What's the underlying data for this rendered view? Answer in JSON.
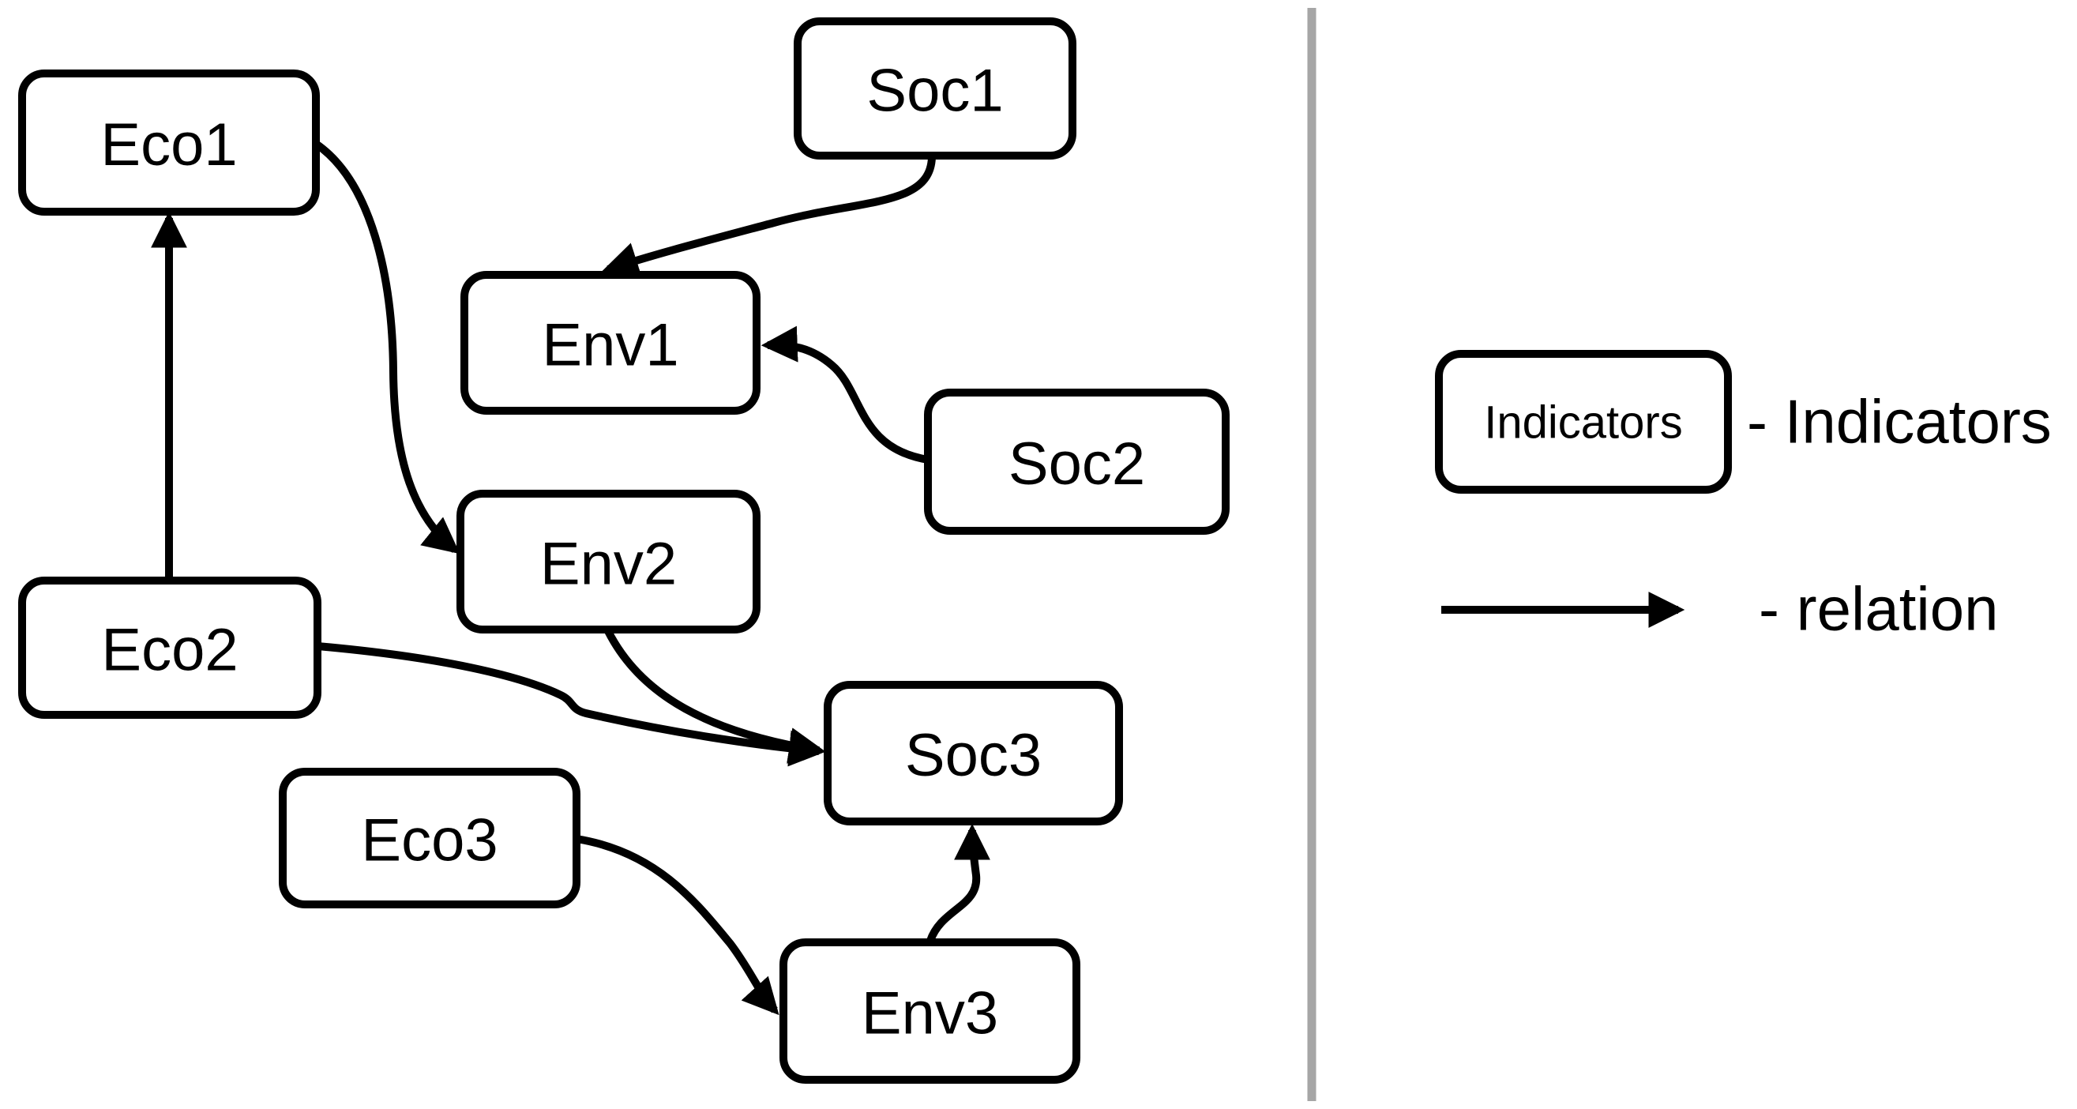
{
  "diagram": {
    "nodes": [
      {
        "id": "eco1",
        "label": "Eco1"
      },
      {
        "id": "soc1",
        "label": "Soc1"
      },
      {
        "id": "env1",
        "label": "Env1"
      },
      {
        "id": "soc2",
        "label": "Soc2"
      },
      {
        "id": "env2",
        "label": "Env2"
      },
      {
        "id": "eco2",
        "label": "Eco2"
      },
      {
        "id": "soc3",
        "label": "Soc3"
      },
      {
        "id": "eco3",
        "label": "Eco3"
      },
      {
        "id": "env3",
        "label": "Env3"
      }
    ],
    "edges": [
      {
        "from": "eco2",
        "to": "eco1"
      },
      {
        "from": "eco1",
        "to": "env2"
      },
      {
        "from": "soc1",
        "to": "env1"
      },
      {
        "from": "soc2",
        "to": "env1"
      },
      {
        "from": "env2",
        "to": "soc3"
      },
      {
        "from": "eco2",
        "to": "soc3"
      },
      {
        "from": "eco3",
        "to": "env3"
      },
      {
        "from": "env3",
        "to": "soc3"
      }
    ]
  },
  "legend": {
    "box_label": "Indicators",
    "indicators_label": "- Indicators",
    "relation_label": "- relation"
  },
  "colors": {
    "stroke": "#000000",
    "divider": "#a6a6a6",
    "background": "#ffffff"
  }
}
